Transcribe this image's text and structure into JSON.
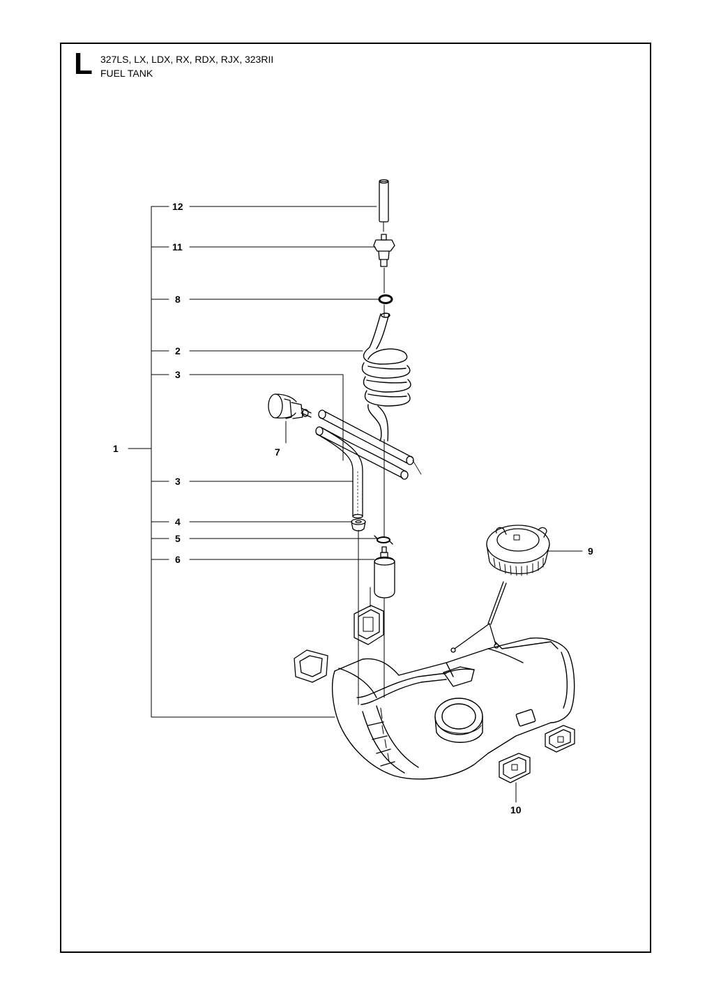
{
  "header": {
    "section_letter": "L",
    "models": "327LS, LX, LDX, RX, RDX, RJX, 323RII",
    "title": "FUEL TANK"
  },
  "callouts": [
    "1",
    "2",
    "3",
    "3",
    "4",
    "5",
    "6",
    "7",
    "8",
    "9",
    "10",
    "11",
    "12"
  ]
}
